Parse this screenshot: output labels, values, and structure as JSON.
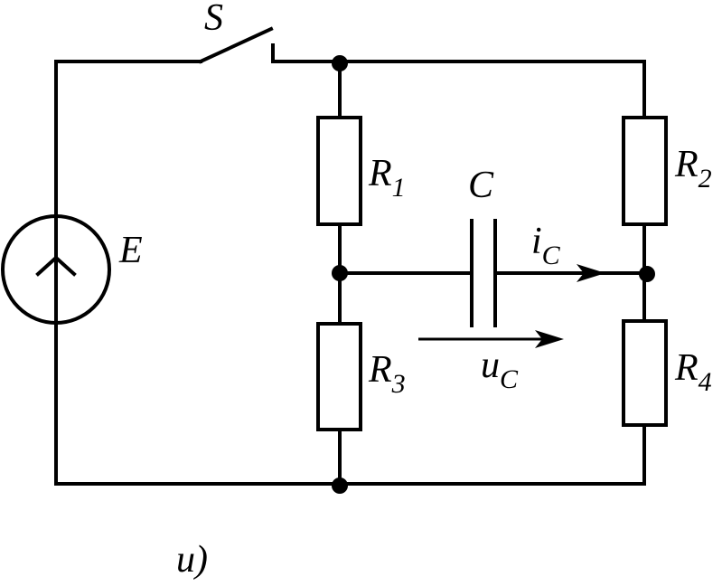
{
  "diagram": {
    "colors": {
      "ink": "#000000",
      "background": "#ffffff"
    },
    "components": {
      "switch": {
        "label": "S"
      },
      "source": {
        "label": "E"
      },
      "resistor1": {
        "letter": "R",
        "sub": "1"
      },
      "resistor2": {
        "letter": "R",
        "sub": "2"
      },
      "resistor3": {
        "letter": "R",
        "sub": "3"
      },
      "resistor4": {
        "letter": "R",
        "sub": "4"
      },
      "capacitor": {
        "label": "C"
      },
      "current": {
        "letter": "i",
        "sub": "C"
      },
      "voltage": {
        "letter": "u",
        "sub": "C"
      }
    },
    "caption": "u)"
  }
}
